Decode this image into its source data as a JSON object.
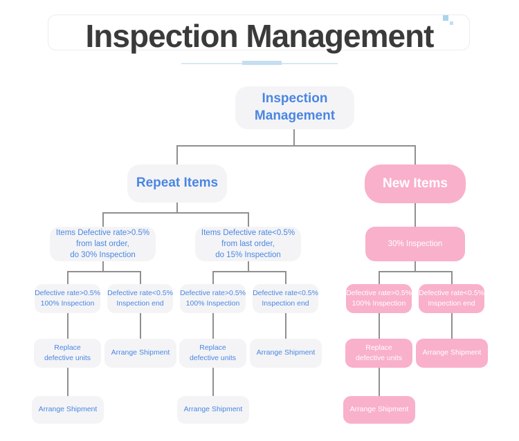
{
  "header": {
    "title": "Inspection Management"
  },
  "decor": {
    "underline": "title-accent-underline",
    "squares": "two small blue squares top-right of title card"
  },
  "colors": {
    "title_text": "#3a3a3a",
    "accent_blue": "#4a86e2",
    "accent_pink": "#f9b0cb",
    "box_gray": "#f4f4f6",
    "connector_gray": "#8f8f8f",
    "underline_blue": "#c5def0"
  },
  "nodes": {
    "root": "Inspection\nManagement",
    "repeat_items": "Repeat Items",
    "new_items": "New Items",
    "cond_high": "Items Defective rate>0.5%\nfrom last order,\ndo 30% Inspection",
    "cond_low": "Items Defective rate<0.5%\nfrom last order,\ndo 15% Inspection",
    "inspection_30": "30% Inspection",
    "rate_high": "Defective rate>0.5%\n100% Inspection",
    "rate_low": "Defective rate<0.5%\nInspection end",
    "replace_units": "Replace\ndefective units",
    "arrange_shipment": "Arrange Shipment"
  },
  "structure": {
    "root": [
      "repeat_items",
      "new_items"
    ],
    "repeat_items": [
      "cond_high",
      "cond_low"
    ],
    "new_items": [
      "inspection_30"
    ],
    "cond_high": [
      "rate_high",
      "rate_low"
    ],
    "cond_low": [
      "rate_high",
      "rate_low"
    ],
    "inspection_30": [
      "rate_high",
      "rate_low"
    ],
    "rate_high": [
      "replace_units"
    ],
    "rate_low": [
      "arrange_shipment"
    ],
    "replace_units": [
      "arrange_shipment"
    ]
  }
}
